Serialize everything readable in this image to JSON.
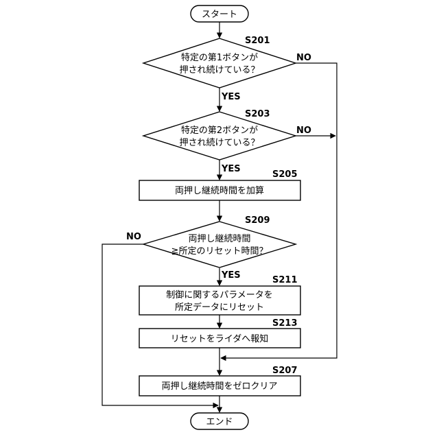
{
  "flowchart": {
    "start": "スタート",
    "end": "エンド",
    "s201": {
      "step": "S201",
      "line1": "特定の第1ボタンが",
      "line2": "押され続けている？"
    },
    "s203": {
      "step": "S203",
      "line1": "特定の第2ボタンが",
      "line2": "押され続けている？"
    },
    "s205": {
      "step": "S205",
      "text": "両押し継続時間を加算"
    },
    "s209": {
      "step": "S209",
      "line1": "両押し継続時間",
      "line2": "≧所定のリセット時間？"
    },
    "s211": {
      "step": "S211",
      "line1": "制御に関するパラメータを",
      "line2": "所定データにリセット"
    },
    "s213": {
      "step": "S213",
      "text": "リセットをライダへ報知"
    },
    "s207": {
      "step": "S207",
      "text": "両押し継続時間をゼロクリア"
    },
    "labels": {
      "yes": "YES",
      "no": "NO"
    }
  }
}
